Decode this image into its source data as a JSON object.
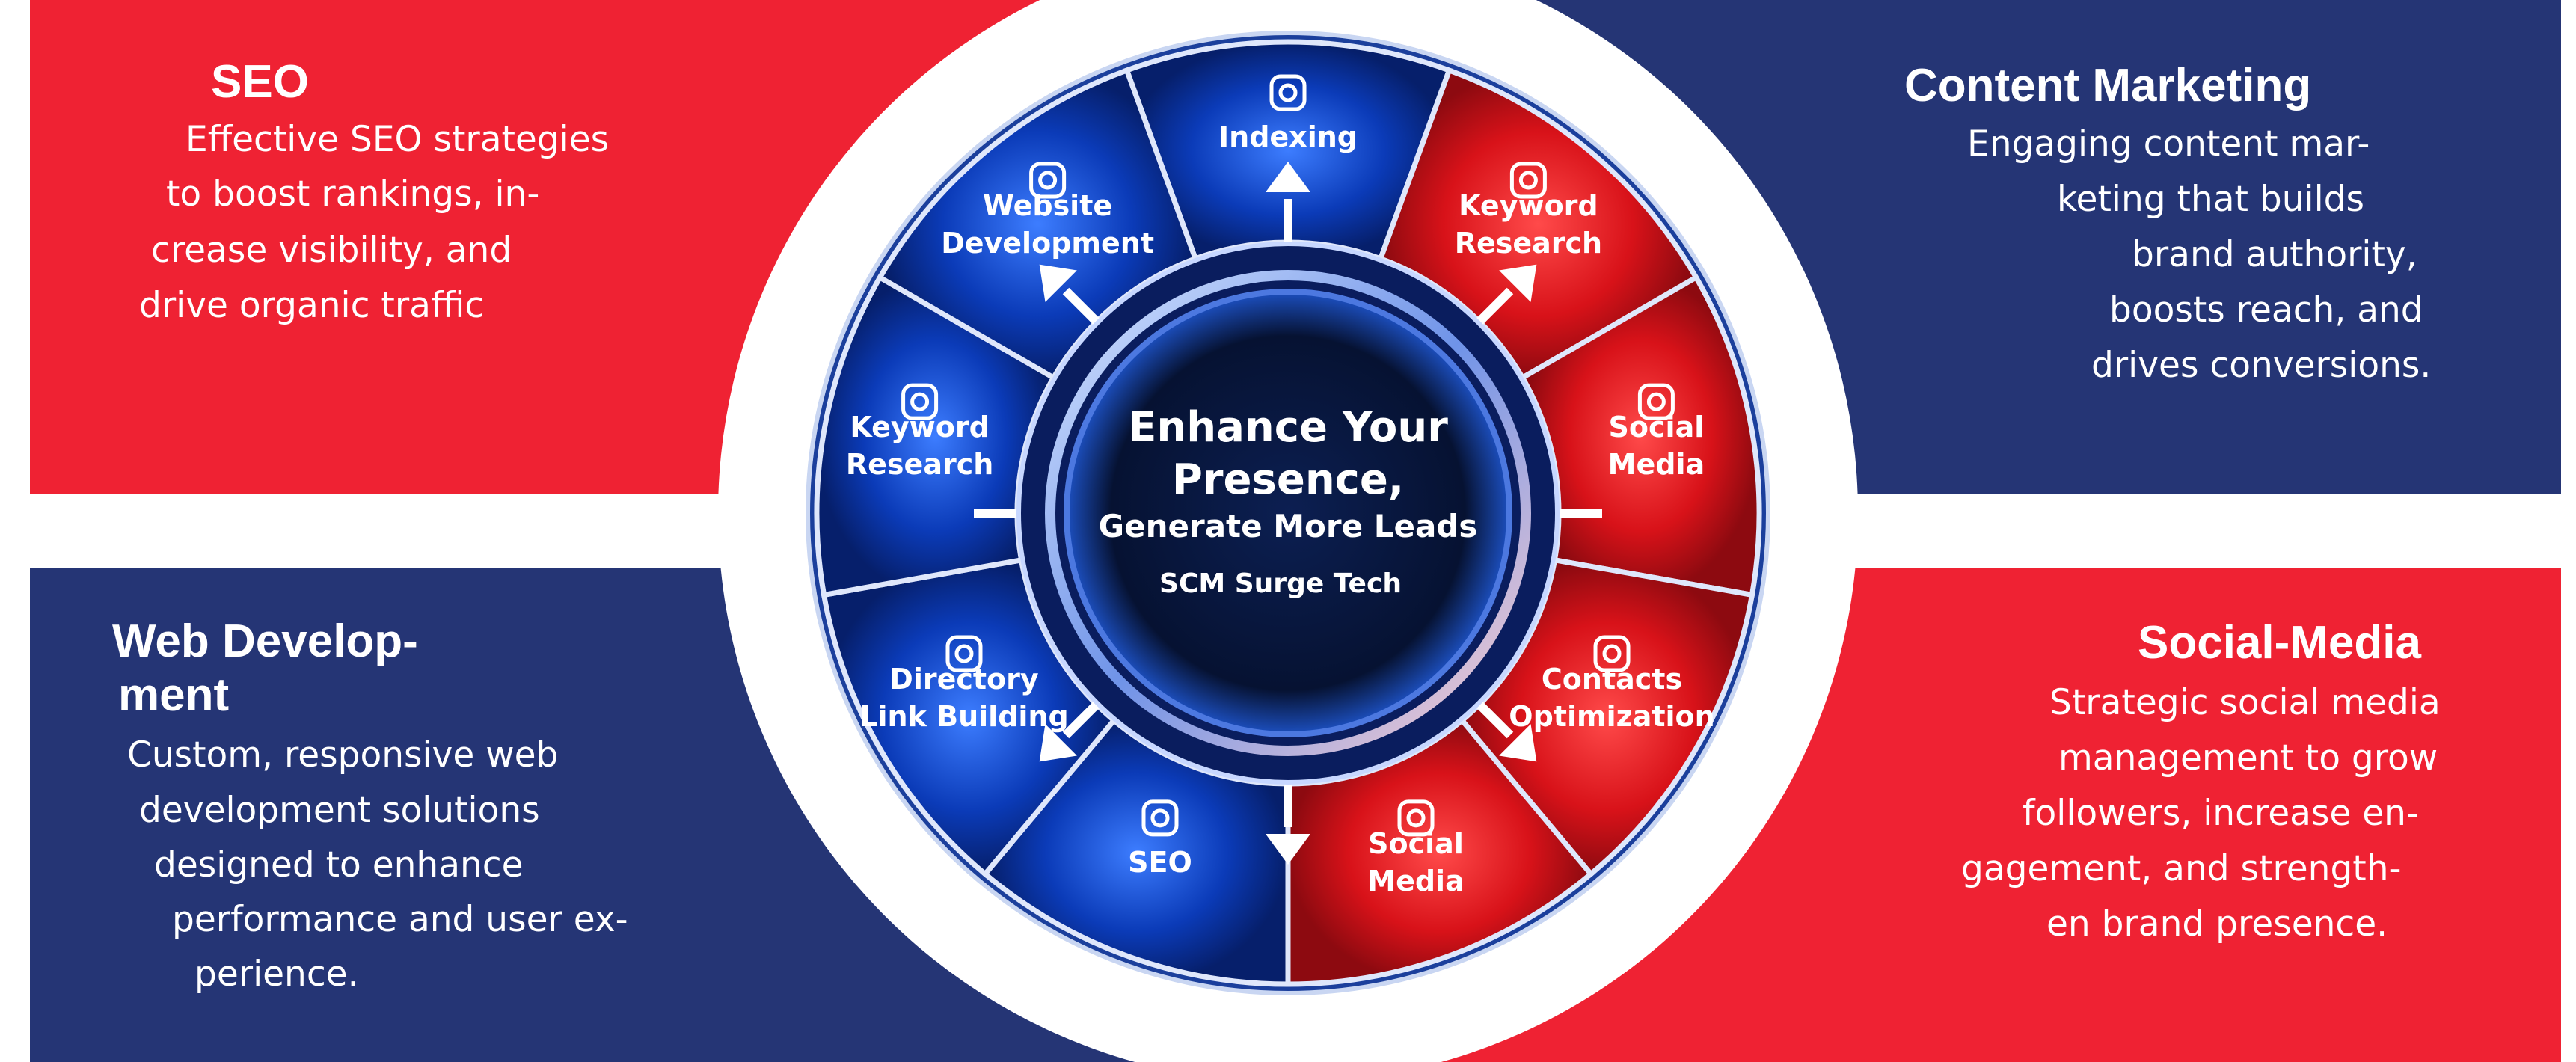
{
  "colors": {
    "red": "#EF2233",
    "navy": "#253575",
    "wheel_blue": "#0B2F93",
    "wheel_red": "#D4111B",
    "hub": "#07163B"
  },
  "cards": {
    "seo": {
      "title": "SEO",
      "lines": [
        "Effective SEO strategies",
        "to boost rankings, in-",
        "crease visibility, and",
        "drive organic traffic"
      ]
    },
    "web_dev": {
      "title_lines": [
        "Web Develop-",
        "ment"
      ],
      "lines": [
        "Custom, responsive web",
        "development solutions",
        "designed to enhance",
        "performance and user ex-",
        "perience."
      ]
    },
    "content_marketing": {
      "title": "Content Marketing",
      "lines": [
        "Engaging content mar-",
        "keting that builds",
        "brand authority,",
        "boosts reach, and",
        "drives conversions."
      ]
    },
    "social_media": {
      "title": "Social-Media",
      "lines": [
        "Strategic social media",
        "management to grow",
        "followers, increase en-",
        "gagement, and strength-",
        "en brand presence."
      ]
    }
  },
  "wheel": {
    "center": {
      "line1": "Enhance Your",
      "line2": "Presence,",
      "line3": "Generate More Leads",
      "brand": "SCM Surge Tech"
    },
    "segments": [
      {
        "id": "indexing",
        "lines": [
          "Indexing"
        ],
        "icon": "link-icon",
        "color": "blue"
      },
      {
        "id": "keyword-research-right",
        "lines": [
          "Keyword",
          "Research"
        ],
        "icon": "document-search-icon",
        "color": "red"
      },
      {
        "id": "social-media-right",
        "lines": [
          "Social",
          "Media"
        ],
        "icon": "instagram-icon",
        "color": "red"
      },
      {
        "id": "contacts-optimization",
        "lines": [
          "Contacts",
          "Optimization"
        ],
        "icon": "check-circle-icon",
        "color": "red"
      },
      {
        "id": "social-media-bottom",
        "lines": [
          "Social",
          "Media"
        ],
        "icon": "instagram-icon",
        "color": "red"
      },
      {
        "id": "seo-segment",
        "lines": [
          "SEO"
        ],
        "icon": "seo-magnifier-icon",
        "color": "blue"
      },
      {
        "id": "directory-link-building",
        "lines": [
          "Directory",
          "Link Building"
        ],
        "icon": "chain-link-icon",
        "color": "blue"
      },
      {
        "id": "keyword-research-left",
        "lines": [
          "Keyword",
          "Research"
        ],
        "icon": "document-search-icon",
        "color": "blue"
      },
      {
        "id": "website-development",
        "lines": [
          "Website",
          "Development"
        ],
        "icon": "monitor-code-icon",
        "color": "blue"
      }
    ]
  }
}
